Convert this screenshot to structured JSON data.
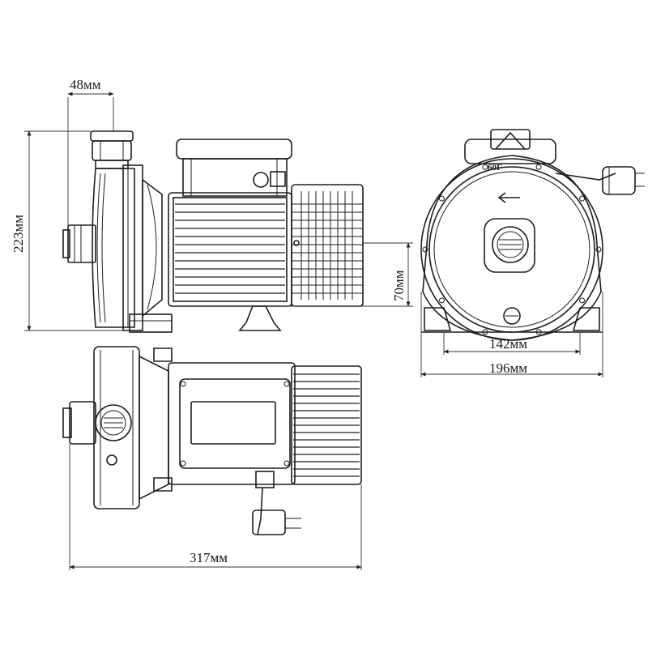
{
  "dimensions": {
    "top_width": "48мм",
    "height": "223мм",
    "foot_height": "70мм",
    "base_width": "142мм",
    "total_width_front": "196мм",
    "total_length": "317мм"
  },
  "front_view": {
    "valve_mark": "60Г"
  },
  "colors": {
    "line": "#1e1e1e",
    "background": "#ffffff"
  }
}
